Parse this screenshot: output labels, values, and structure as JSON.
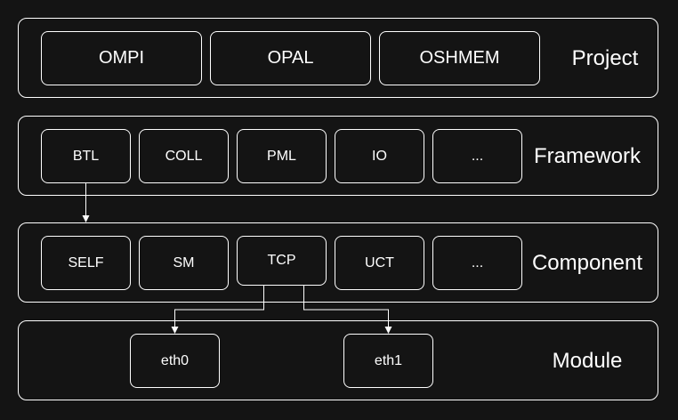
{
  "layers": {
    "project": {
      "label": "Project",
      "items": [
        "OMPI",
        "OPAL",
        "OSHMEM"
      ]
    },
    "framework": {
      "label": "Framework",
      "items": [
        "BTL",
        "COLL",
        "PML",
        "IO",
        "..."
      ]
    },
    "component": {
      "label": "Component",
      "items": [
        "SELF",
        "SM",
        "TCP",
        "UCT",
        "..."
      ]
    },
    "module": {
      "label": "Module",
      "items": [
        "eth0",
        "eth1"
      ]
    }
  },
  "connections": [
    {
      "from": "BTL",
      "to": "SELF"
    },
    {
      "from": "TCP",
      "to": "eth0"
    },
    {
      "from": "TCP",
      "to": "eth1"
    }
  ],
  "colors": {
    "background": "#141414",
    "stroke": "#ffffff",
    "text": "#ffffff"
  }
}
